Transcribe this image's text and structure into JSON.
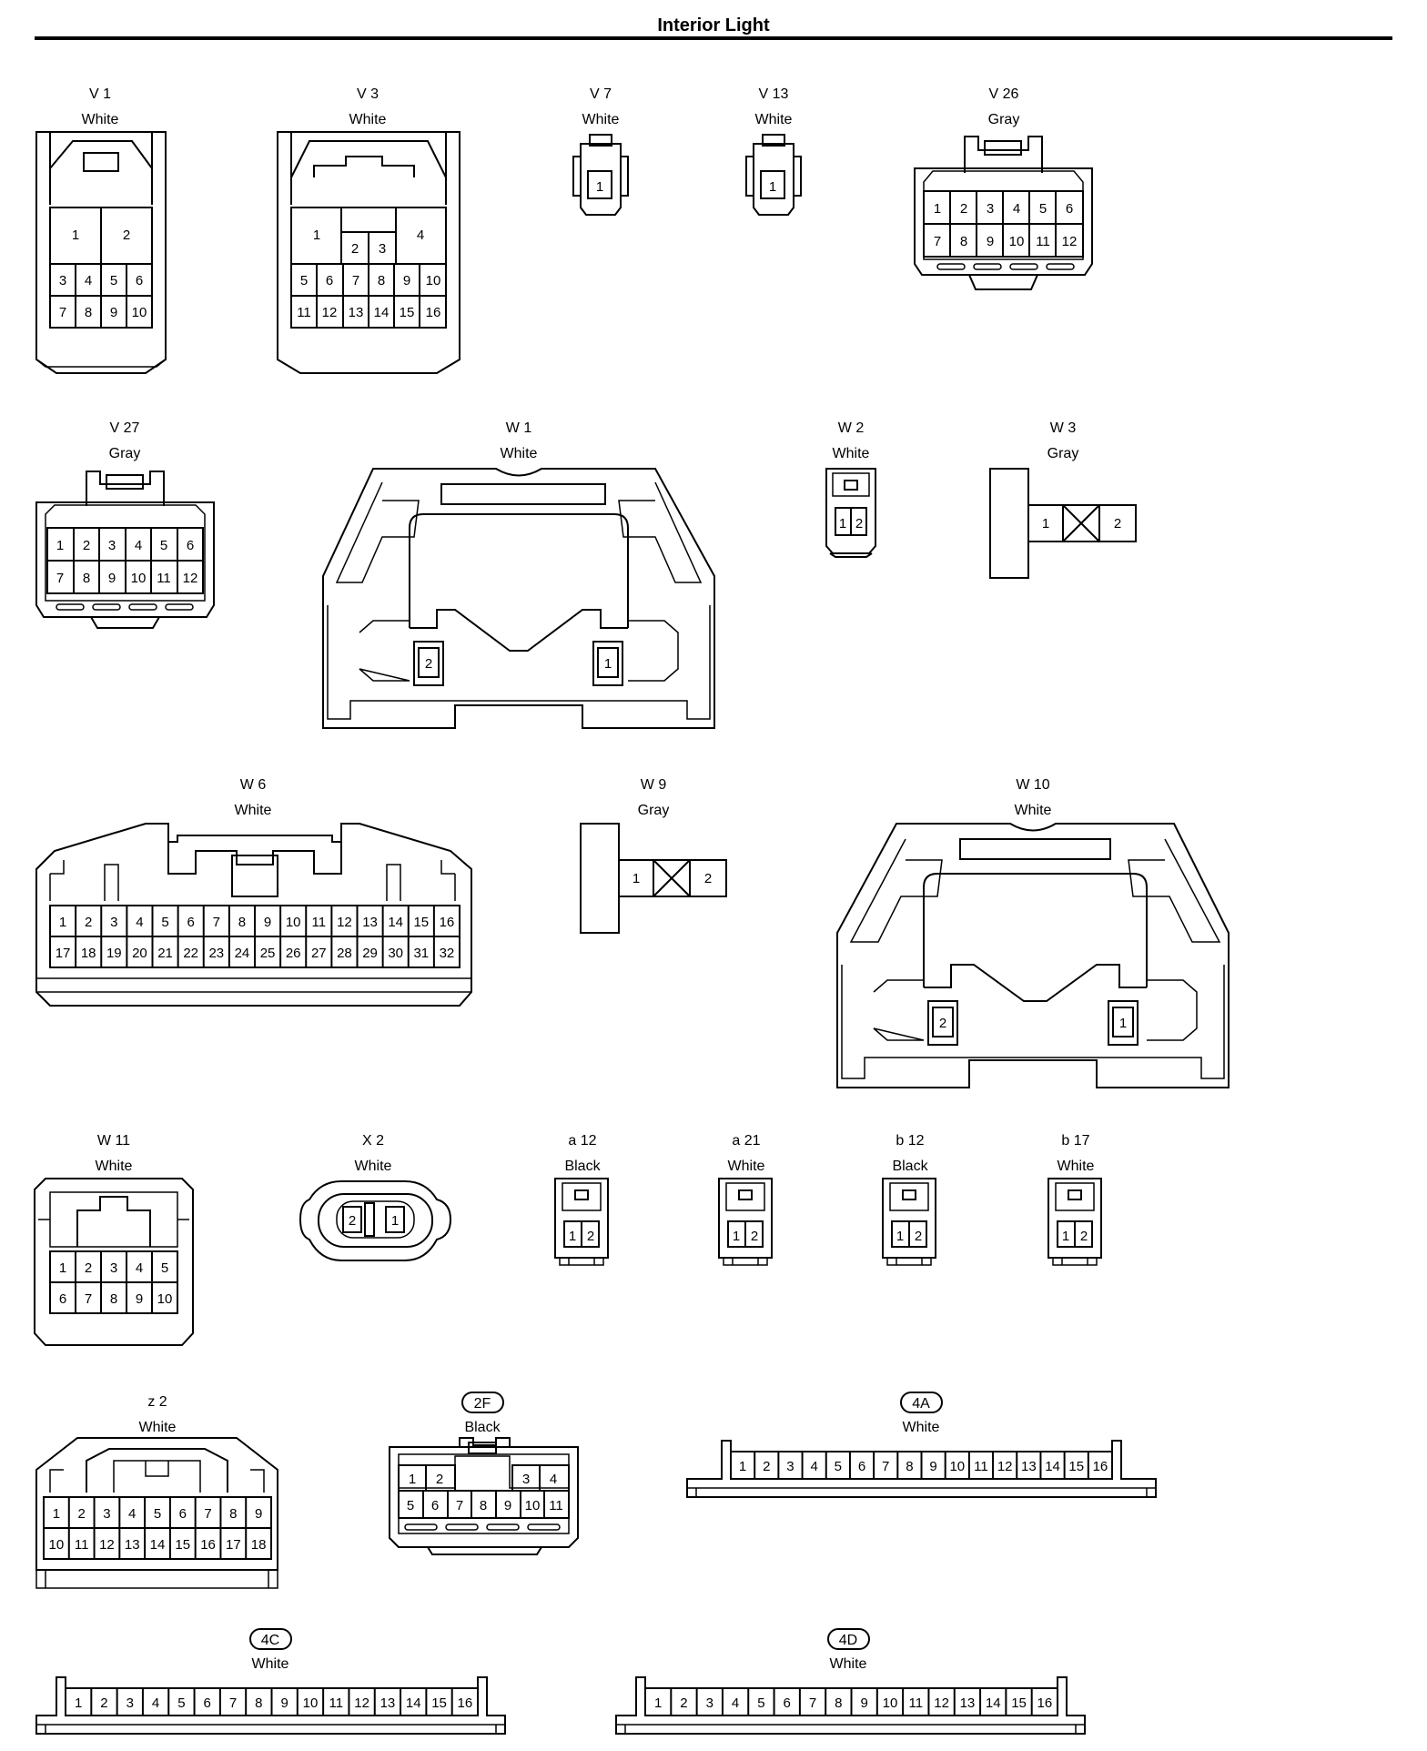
{
  "title": "Interior Light",
  "connectors": [
    {
      "id": "V1",
      "label": "V 1",
      "color": "White"
    },
    {
      "id": "V3",
      "label": "V 3",
      "color": "White"
    },
    {
      "id": "V7",
      "label": "V 7",
      "color": "White"
    },
    {
      "id": "V13",
      "label": "V 13",
      "color": "White"
    },
    {
      "id": "V26",
      "label": "V 26",
      "color": "Gray"
    },
    {
      "id": "V27",
      "label": "V 27",
      "color": "Gray"
    },
    {
      "id": "W1",
      "label": "W 1",
      "color": "White"
    },
    {
      "id": "W2",
      "label": "W 2",
      "color": "White"
    },
    {
      "id": "W3",
      "label": "W 3",
      "color": "Gray"
    },
    {
      "id": "W6",
      "label": "W 6",
      "color": "White"
    },
    {
      "id": "W9",
      "label": "W 9",
      "color": "Gray"
    },
    {
      "id": "W10",
      "label": "W 10",
      "color": "White"
    },
    {
      "id": "W11",
      "label": "W 11",
      "color": "White"
    },
    {
      "id": "X2",
      "label": "X 2",
      "color": "White"
    },
    {
      "id": "a12",
      "label": "a 12",
      "color": "Black"
    },
    {
      "id": "a21",
      "label": "a 21",
      "color": "White"
    },
    {
      "id": "b12",
      "label": "b 12",
      "color": "Black"
    },
    {
      "id": "b17",
      "label": "b 17",
      "color": "White"
    },
    {
      "id": "z2",
      "label": "z 2",
      "color": "White"
    },
    {
      "id": "2F",
      "label": "2F",
      "color": "Black"
    },
    {
      "id": "4A",
      "label": "4A",
      "color": "White"
    },
    {
      "id": "4C",
      "label": "4C",
      "color": "White"
    },
    {
      "id": "4D",
      "label": "4D",
      "color": "White"
    }
  ]
}
